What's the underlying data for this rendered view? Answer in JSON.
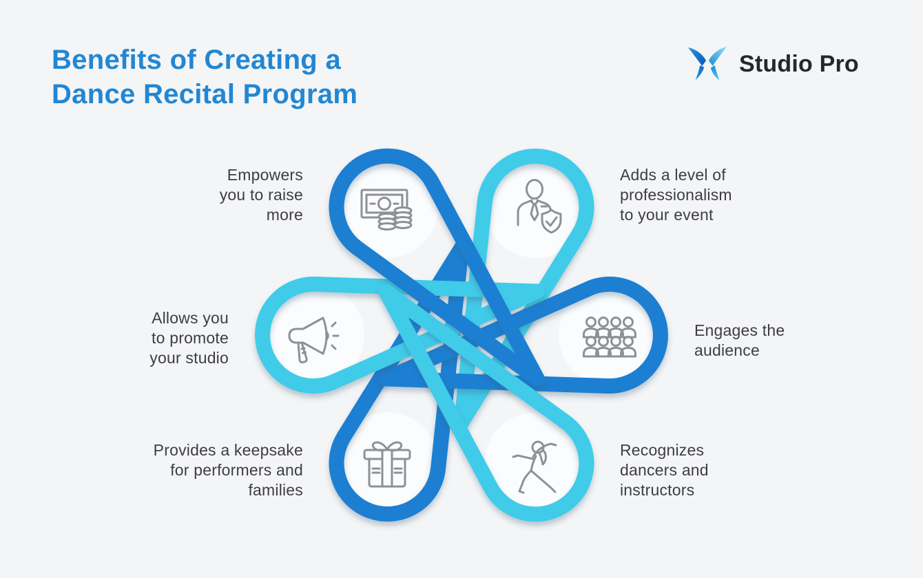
{
  "page": {
    "background": "#f4f5f6"
  },
  "header": {
    "title_line1": "Benefits of Creating a",
    "title_line2": "Dance Recital Program",
    "title_color": "#2287d3"
  },
  "logo": {
    "name": "Studio Pro"
  },
  "diagram": {
    "colors": {
      "dark": "#1e7fd2",
      "cyan": "#3fcbe9",
      "icon_stroke": "#8e9093",
      "inner_circle": "#fbfcfd",
      "label_text": "#3e3e40"
    },
    "benefits": [
      {
        "id": "raise-more",
        "position": "top-left",
        "icon": "money-icon",
        "ring": "dark",
        "lines": [
          "Empowers",
          "you to raise",
          "more"
        ]
      },
      {
        "id": "professionalism",
        "position": "top-right",
        "icon": "businessperson-icon",
        "ring": "cyan",
        "lines": [
          "Adds a level of",
          "professionalism",
          "to your event"
        ]
      },
      {
        "id": "promote-studio",
        "position": "middle-left",
        "icon": "megaphone-icon",
        "ring": "cyan",
        "lines": [
          "Allows you",
          "to promote",
          "your studio"
        ]
      },
      {
        "id": "engages-audience",
        "position": "middle-right",
        "icon": "audience-icon",
        "ring": "dark",
        "lines": [
          "Engages the",
          "audience"
        ]
      },
      {
        "id": "keepsake",
        "position": "bottom-left",
        "icon": "gift-icon",
        "ring": "dark",
        "lines": [
          "Provides a keepsake",
          "for performers and",
          "families"
        ]
      },
      {
        "id": "recognizes",
        "position": "bottom-right",
        "icon": "dancer-icon",
        "ring": "cyan",
        "lines": [
          "Recognizes",
          "dancers and",
          "instructors"
        ]
      }
    ]
  }
}
